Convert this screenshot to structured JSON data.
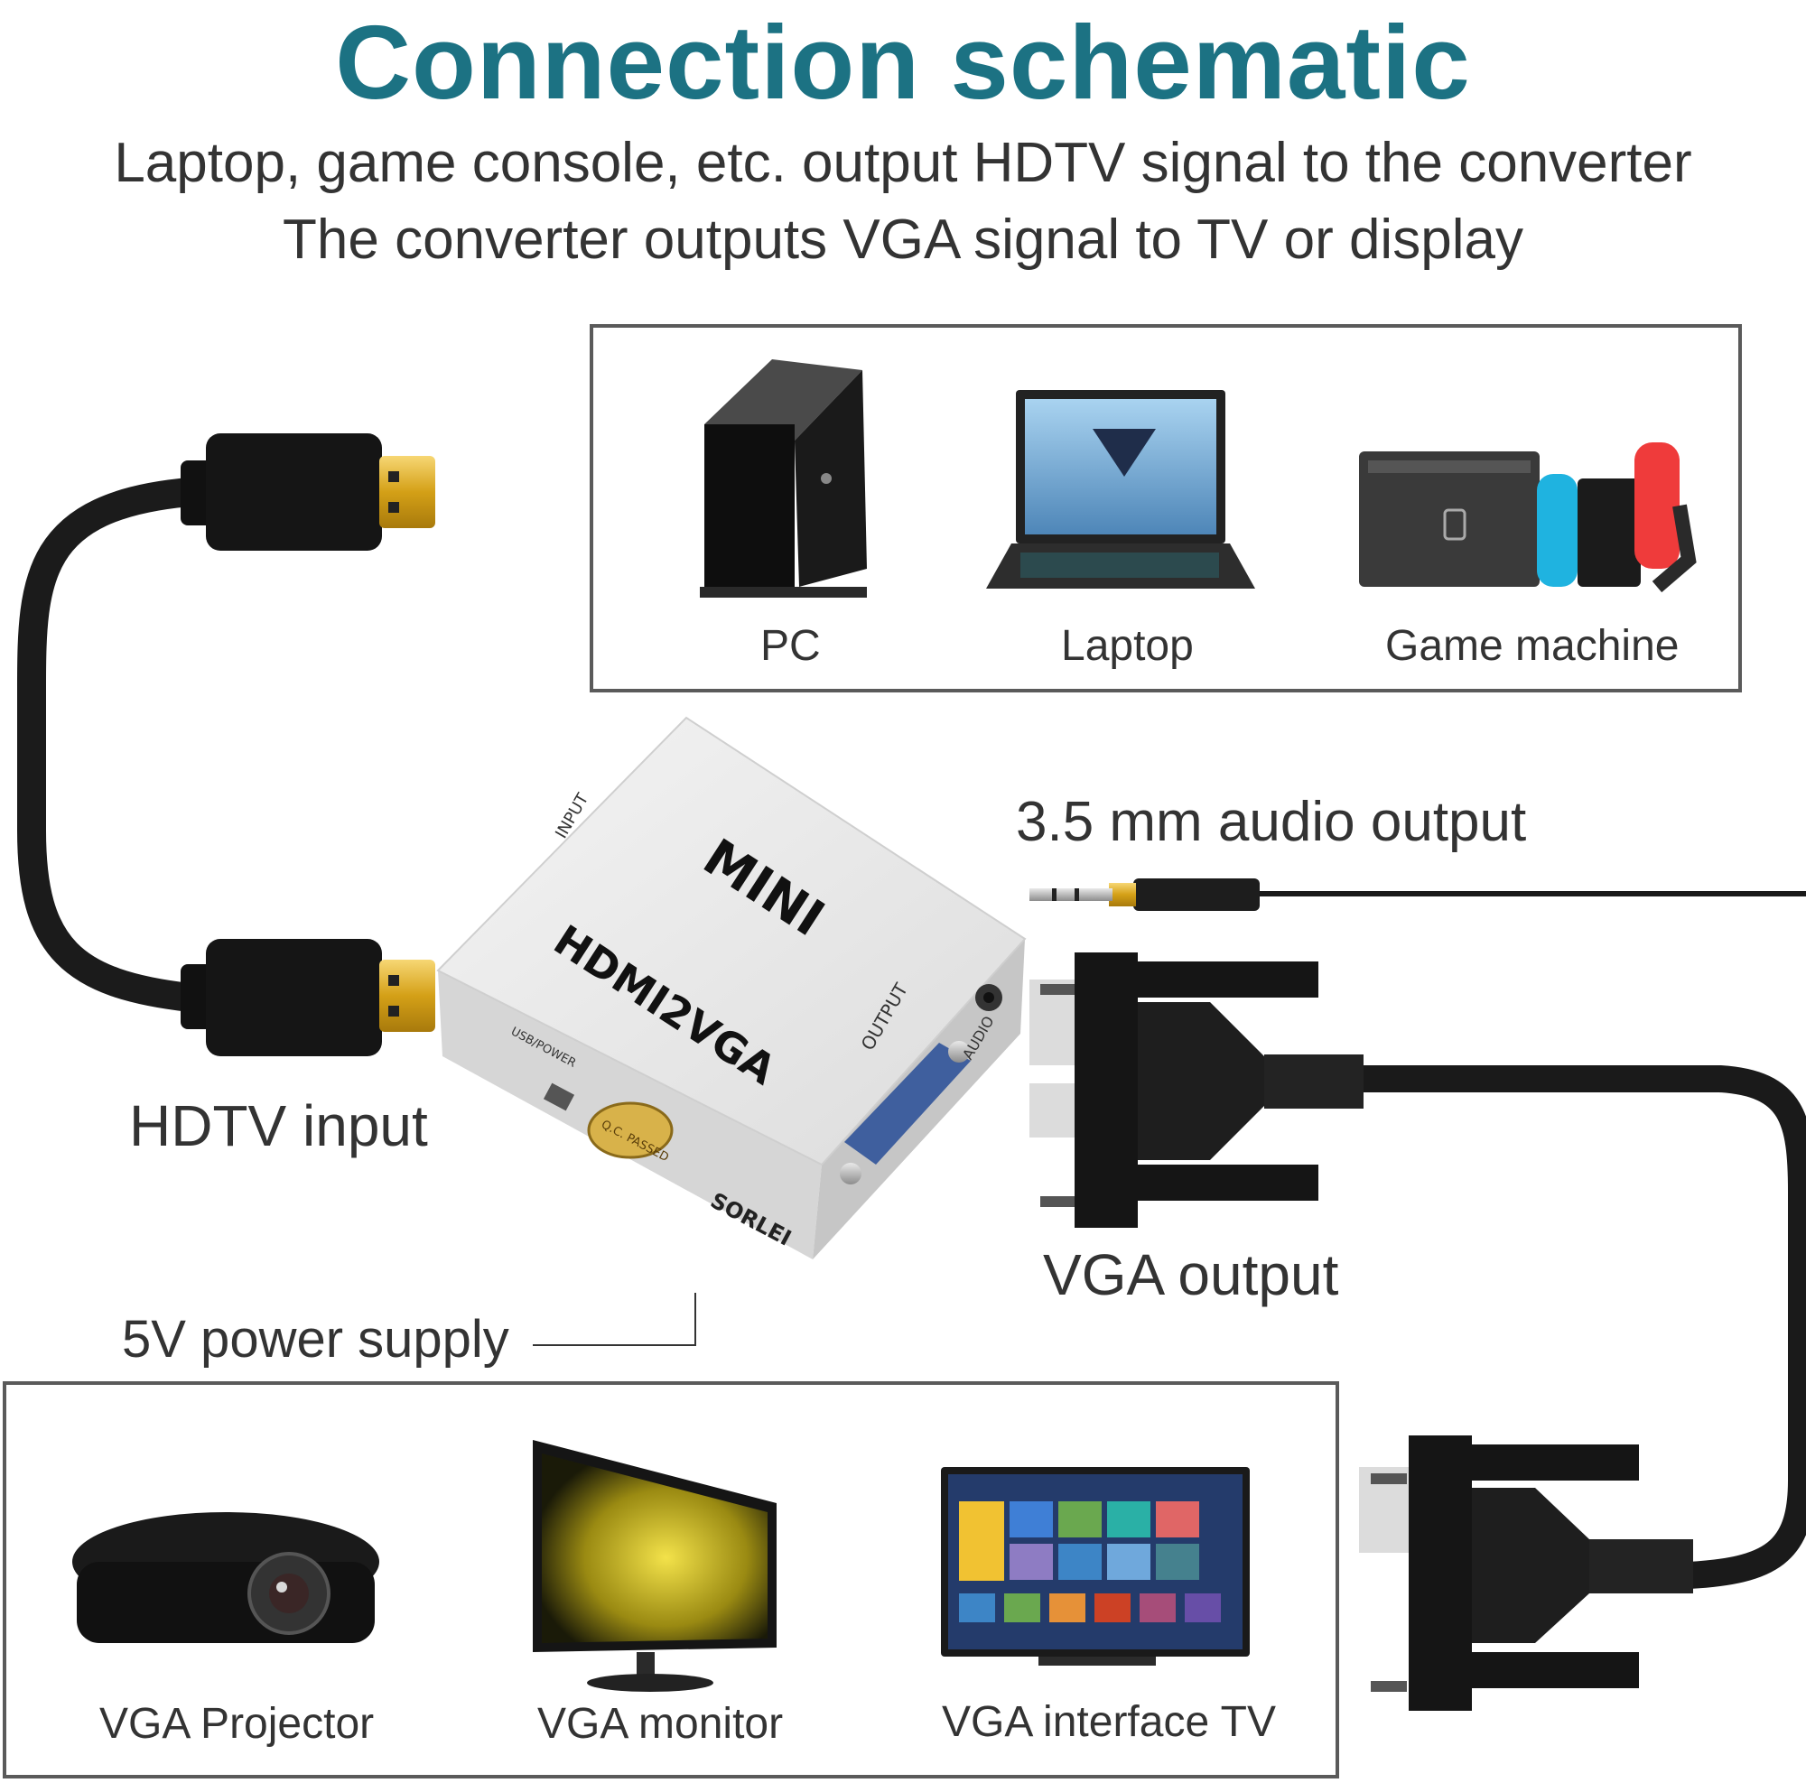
{
  "title": "Connection schematic",
  "title_color": "#1c7283",
  "subtitle_line1": "Laptop, game console, etc. output HDTV signal to the converter",
  "subtitle_line2": "The converter outputs VGA signal to TV or display",
  "sources": [
    {
      "label": "PC",
      "icon": "pc-tower-icon"
    },
    {
      "label": "Laptop",
      "icon": "laptop-icon"
    },
    {
      "label": "Game machine",
      "icon": "game-console-icon"
    }
  ],
  "displays": [
    {
      "label": "VGA Projector",
      "icon": "projector-icon"
    },
    {
      "label": "VGA monitor",
      "icon": "monitor-icon"
    },
    {
      "label": "VGA interface TV",
      "icon": "tv-icon"
    }
  ],
  "labels": {
    "hdtv_input": "HDTV input",
    "audio_output": "3.5 mm audio output",
    "vga_output": "VGA output",
    "power_supply": "5V power supply"
  },
  "converter": {
    "brand_top": "MINI",
    "model": "HDMI2VGA",
    "port_input": "INPUT",
    "port_output": "OUTPUT",
    "port_usb": "USB/POWER",
    "port_audio": "AUDIO",
    "qc_seal": "Q.C. PASSED",
    "maker": "SORLEI"
  }
}
